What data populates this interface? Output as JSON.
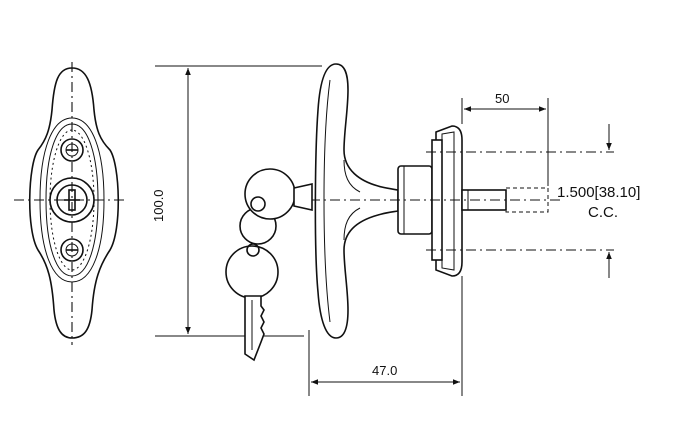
{
  "dimensions": {
    "height": "100.0",
    "depth": "47.0",
    "shaft": "50",
    "center": "1.500[38.10]",
    "center_note": "C.C."
  },
  "colors": {
    "line": "#111111",
    "background": "#ffffff"
  }
}
